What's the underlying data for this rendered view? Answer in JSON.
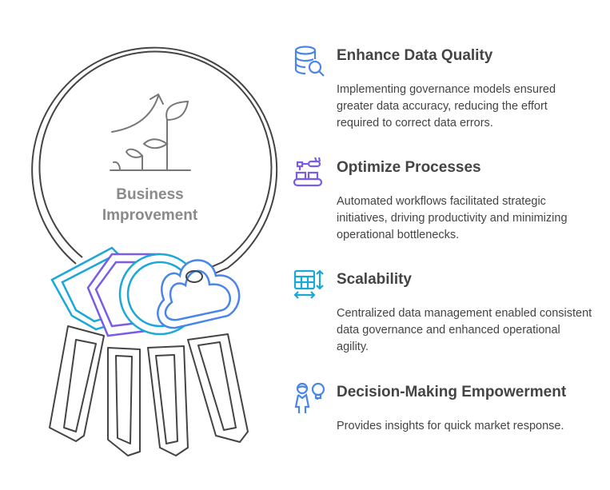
{
  "center": {
    "line1": "Business",
    "line2": "Improvement"
  },
  "items": [
    {
      "icon": "database-search-icon",
      "title": "Enhance Data Quality",
      "text": "Implementing governance models ensured greater data accuracy, reducing the effort required to correct data errors.",
      "color": "#4a86e8"
    },
    {
      "icon": "conveyor-robot-icon",
      "title": "Optimize Processes",
      "text": "Automated workflows facilitated strategic initiatives, driving productivity and minimizing operational bottlenecks.",
      "color": "#7b5ce6"
    },
    {
      "icon": "table-resize-icon",
      "title": "Scalability",
      "text": "Centralized data management enabled consistent data governance and enhanced operational agility.",
      "color": "#1aa8d8"
    },
    {
      "icon": "person-lightbulb-icon",
      "title": "Decision-Making Empowerment",
      "text": "Provides insights for quick market response.",
      "color": "#4a86e8"
    }
  ]
}
